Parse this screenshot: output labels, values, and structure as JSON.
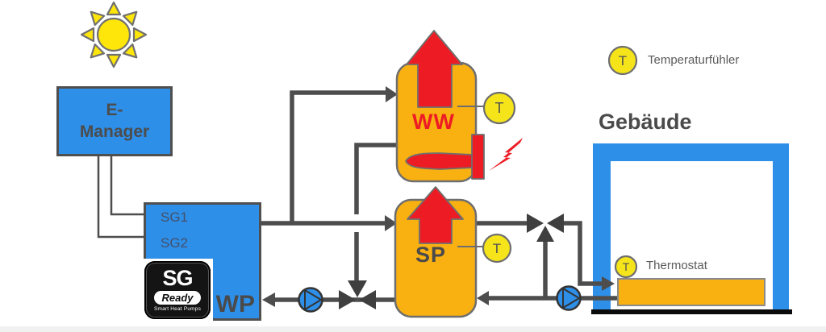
{
  "colors": {
    "blue": "#2E8FE9",
    "orange": "#F9B011",
    "red": "#ED1C24",
    "sun_yellow": "#FFE60A",
    "sensor_yellow": "#F6E41B",
    "pipe_gray": "#4d4d4d",
    "text_gray": "#4a4a4a",
    "floor_black": "#0a0a0a"
  },
  "e_manager": {
    "line1": "E-",
    "line2": "Manager"
  },
  "wp": {
    "label": "WP",
    "input1": "SG1",
    "input2": "SG2"
  },
  "sg_logo": {
    "title": "SG",
    "badge": "Ready",
    "subtitle": "Smart Heat Pumps"
  },
  "tanks": {
    "ww_label": "WW",
    "sp_label": "SP"
  },
  "sensor": {
    "symbol": "T"
  },
  "legend": {
    "symbol": "T",
    "label": "Temperaturfühler"
  },
  "building": {
    "title": "Gebäude",
    "thermostat_symbol": "T",
    "thermostat_label": "Thermostat"
  }
}
